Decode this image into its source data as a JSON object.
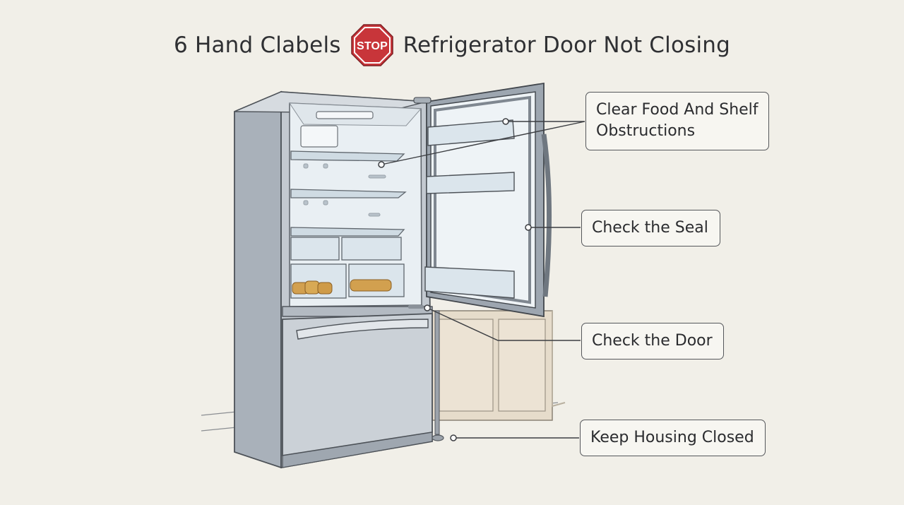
{
  "title": {
    "left_text": "6 Hand Clabels",
    "stop_text": "STOP",
    "right_text": "Refrigerator Door Not Closing"
  },
  "callouts": [
    {
      "lines": [
        "Clear Food And Shelf",
        "Obstructions"
      ]
    },
    {
      "lines": [
        "Check the Seal"
      ]
    },
    {
      "lines": [
        "Check the Door"
      ]
    },
    {
      "lines": [
        "Keep Housing Closed"
      ]
    }
  ],
  "colors": {
    "background": "#f1efe8",
    "stop_red": "#c8353a",
    "steel": "#b9c0c8",
    "interior": "#e9eff3",
    "bread": "#d2a04f",
    "cabinet": "#e6dccb"
  }
}
